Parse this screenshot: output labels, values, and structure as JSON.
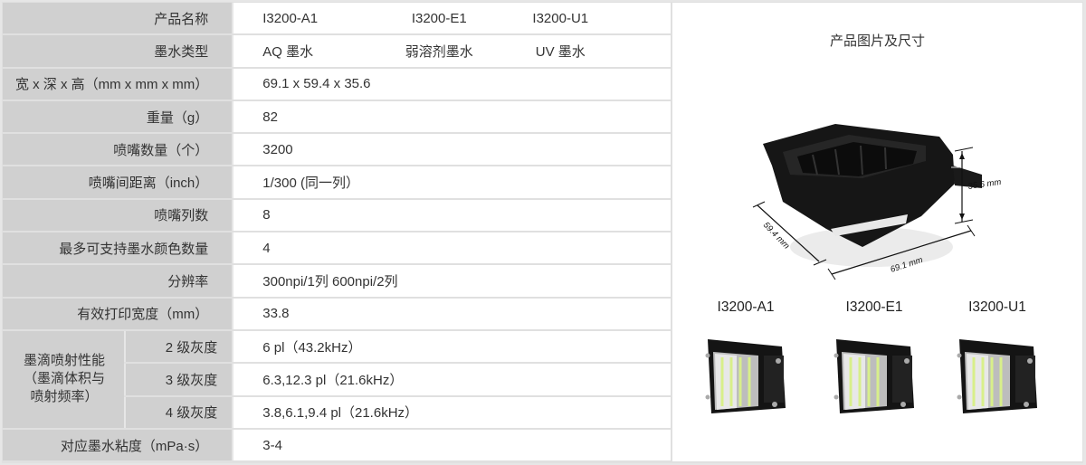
{
  "table": {
    "rows": [
      {
        "label": "产品名称",
        "values": [
          "I3200-A1",
          "I3200-E1",
          "I3200-U1"
        ]
      },
      {
        "label": "墨水类型",
        "values": [
          "AQ 墨水",
          "弱溶剂墨水",
          "UV 墨水"
        ]
      },
      {
        "label": "宽 x 深 x 高（mm x mm x mm）",
        "value": "69.1 x 59.4 x 35.6"
      },
      {
        "label": "重量（g）",
        "value": "82"
      },
      {
        "label": "喷嘴数量（个）",
        "value": "3200"
      },
      {
        "label": "喷嘴间距离（inch）",
        "value": "1/300 (同一列）"
      },
      {
        "label": "喷嘴列数",
        "value": "8"
      },
      {
        "label": "最多可支持墨水颜色数量",
        "value": "4"
      },
      {
        "label": "分辨率",
        "value": "300npi/1列 600npi/2列"
      },
      {
        "label": "有效打印宽度（mm）",
        "value": "33.8"
      }
    ],
    "droplet_group": {
      "label_lines": [
        "墨滴喷射性能",
        "（墨滴体积与",
        "喷射频率）"
      ],
      "sub_rows": [
        {
          "label": "2 级灰度",
          "value": "6 pl（43.2kHz）"
        },
        {
          "label": "3 级灰度",
          "value": "6.3,12.3 pl（21.6kHz）"
        },
        {
          "label": "4 级灰度",
          "value": "3.8,6.1,9.4 pl（21.6kHz）"
        }
      ]
    },
    "last_row": {
      "label": "对应墨水粘度（mPa·s）",
      "value": "3-4"
    }
  },
  "panel": {
    "title": "产品图片及尺寸",
    "dimensions": {
      "height": "35.6 mm",
      "depth": "59.4 mm",
      "width": "69.1 mm"
    },
    "models": [
      "I3200-A1",
      "I3200-E1",
      "I3200-U1"
    ]
  },
  "colors": {
    "label_bg": "#d0d0d0",
    "value_bg": "#ffffff",
    "grid": "#e6e6e6",
    "nozzle_stripe": "#d8ef8a"
  }
}
